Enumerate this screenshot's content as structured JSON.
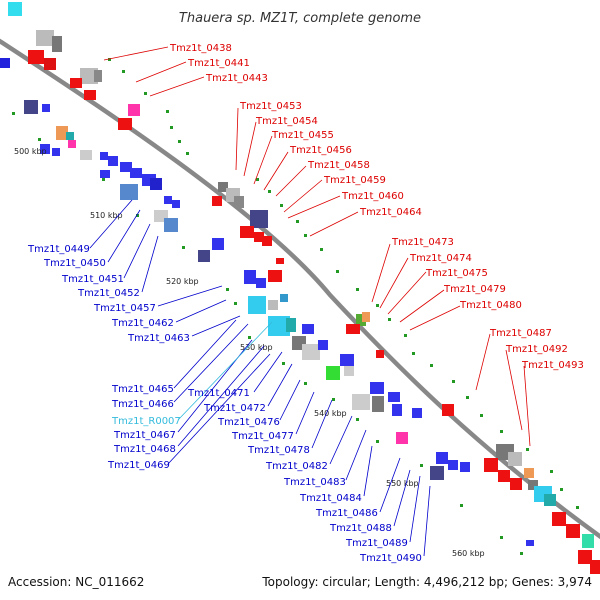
{
  "title": "Thauera sp. MZ1T, complete genome",
  "footer": {
    "accession": "Accession: NC_011662",
    "topology": "Topology: circular; Length: 4,496,212 bp; Genes: 3,974"
  },
  "colors": {
    "forward_label": "#dd0000",
    "reverse_label": "#0000cc",
    "rna_label": "#33bbdd",
    "backbone": "#888888",
    "tick": "#229922"
  },
  "ticks": [
    "500 kbp",
    "510 kbp",
    "520 kbp",
    "530 kbp",
    "540 kbp",
    "550 kbp",
    "560 kbp"
  ],
  "forward_genes": [
    "Tmz1t_0438",
    "Tmz1t_0441",
    "Tmz1t_0443",
    "Tmz1t_0453",
    "Tmz1t_0454",
    "Tmz1t_0455",
    "Tmz1t_0456",
    "Tmz1t_0458",
    "Tmz1t_0459",
    "Tmz1t_0460",
    "Tmz1t_0464",
    "Tmz1t_0473",
    "Tmz1t_0474",
    "Tmz1t_0475",
    "Tmz1t_0479",
    "Tmz1t_0480",
    "Tmz1t_0487",
    "Tmz1t_0492",
    "Tmz1t_0493"
  ],
  "reverse_genes": [
    "Tmz1t_0449",
    "Tmz1t_0450",
    "Tmz1t_0451",
    "Tmz1t_0452",
    "Tmz1t_0457",
    "Tmz1t_0462",
    "Tmz1t_0463",
    "Tmz1t_0465",
    "Tmz1t_0466",
    "Tmz1t_R0007",
    "Tmz1t_0467",
    "Tmz1t_0468",
    "Tmz1t_0469",
    "Tmz1t_0471",
    "Tmz1t_0472",
    "Tmz1t_0476",
    "Tmz1t_0477",
    "Tmz1t_0478",
    "Tmz1t_0482",
    "Tmz1t_0483",
    "Tmz1t_0484",
    "Tmz1t_0486",
    "Tmz1t_0488",
    "Tmz1t_0489",
    "Tmz1t_0490"
  ],
  "rna_genes": [
    "Tmz1t_R0007"
  ]
}
